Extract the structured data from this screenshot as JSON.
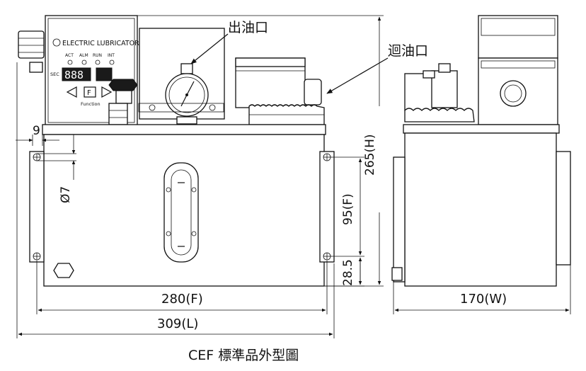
{
  "panel": {
    "brand_label": "ELECTRIC LUBRICATOR",
    "indicators": [
      "ACT",
      "ALM",
      "RUN",
      "INT"
    ],
    "sec_label": "SEC",
    "function_label": "Function",
    "f_key": "F"
  },
  "callouts": {
    "outlet": "出油口",
    "return": "迴油口"
  },
  "dimensions": {
    "d9": "9",
    "d7": "Ø7",
    "d265": "265(H)",
    "d95": "95(F)",
    "d285": "28.5",
    "d280": "280(F)",
    "d309": "309(L)",
    "d170": "170(W)"
  },
  "caption": "CEF 標準品外型圖"
}
